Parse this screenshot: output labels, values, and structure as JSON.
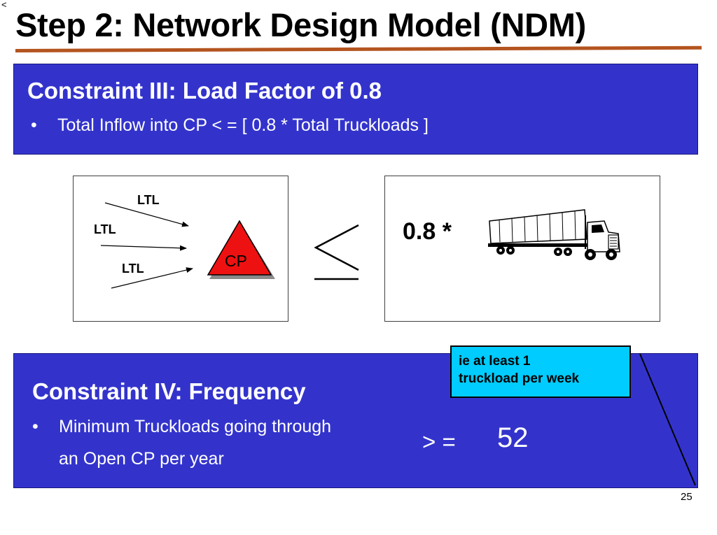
{
  "slide": {
    "corner_mark": "<",
    "title": "Step 2: Network Design Model (NDM)",
    "page_number": "25"
  },
  "constraint_3": {
    "heading": "Constraint III: Load Factor of 0.8",
    "bullet_marker": "•",
    "bullet": "Total Inflow into CP < = [ 0.8 * Total Truckloads ]"
  },
  "diagram": {
    "inflow_labels": [
      "LTL",
      "LTL",
      "LTL"
    ],
    "node_label": "CP",
    "node_color": "#ee1111",
    "relation_symbol": "≤",
    "factor": "0.8 *",
    "truck_icon": "semi-truck-icon"
  },
  "constraint_4": {
    "heading": "Constraint IV: Frequency",
    "bullet_marker": "•",
    "bullet_line1": "Minimum Truckloads going through",
    "bullet_line2": "an Open CP per year",
    "operator": "> =",
    "value": "52",
    "callout_line1": "ie at least 1",
    "callout_line2": "truckload per week"
  },
  "colors": {
    "panel_bg": "#3333cc",
    "title_rule": "#b4541f",
    "callout_bg": "#00ccff"
  }
}
